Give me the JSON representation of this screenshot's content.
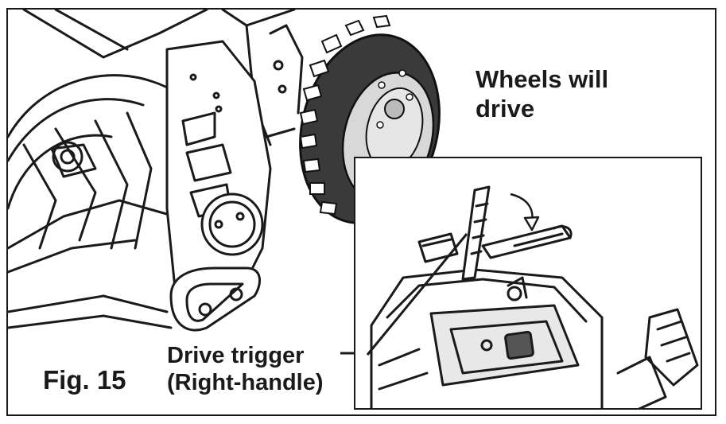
{
  "figure": {
    "fig_label": "Fig. 15",
    "wheels_label": [
      "Wheels will",
      "drive"
    ],
    "trigger_label": [
      "Drive trigger",
      "(Right-handle)"
    ]
  },
  "icons": {
    "auger_housing": "snow-thrower-auger-illustration",
    "wheel": "tire-wheel-illustration",
    "inset": "handle-drive-trigger-illustration",
    "arrow": "curved-arrow-icon"
  }
}
